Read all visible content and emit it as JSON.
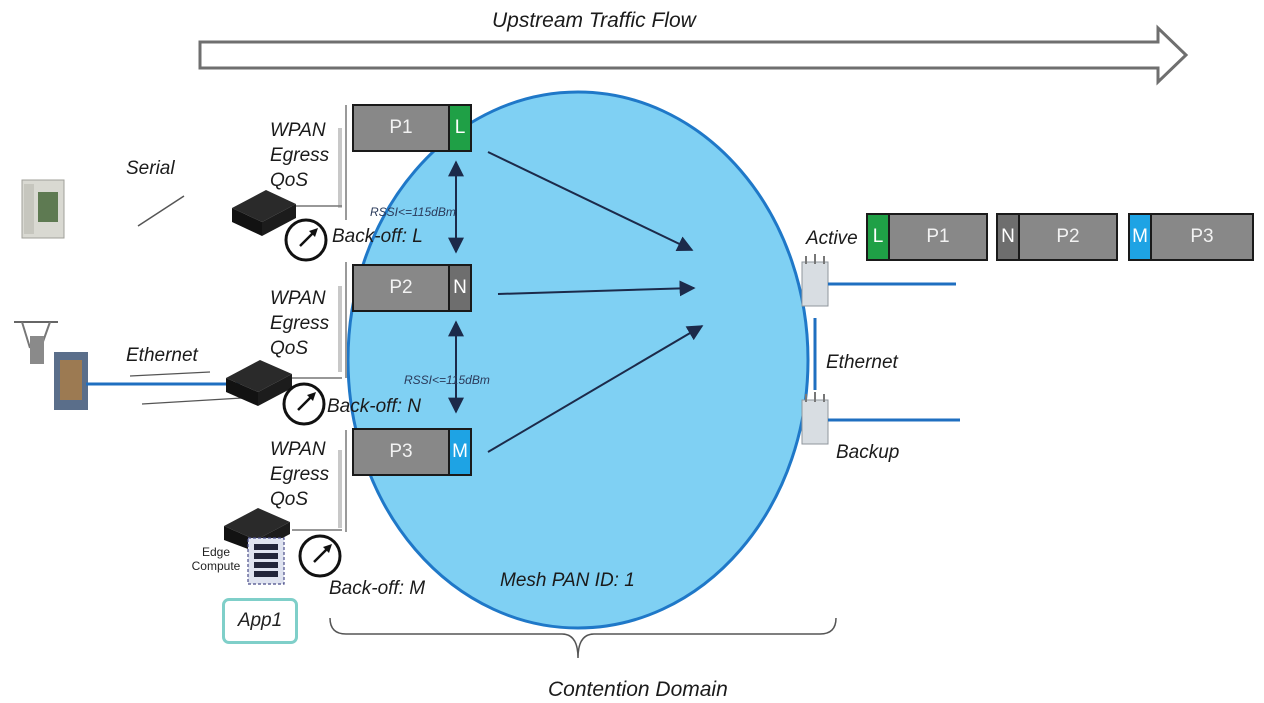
{
  "title": "Upstream Traffic Flow",
  "mesh_label": "Mesh PAN ID: 1",
  "contention_label": "Contention Domain",
  "rssi_labels": [
    "RSSI<=115dBm",
    "RSSI<=115dBm"
  ],
  "links": {
    "serial": "Serial",
    "ethernet_left": "Ethernet",
    "ethernet_right": "Ethernet"
  },
  "qos_label": [
    "WPAN",
    "Egress",
    "QoS"
  ],
  "backoffs": [
    "Back-off: L",
    "Back-off: N",
    "Back-off: M"
  ],
  "edge_compute": [
    "Edge",
    "Compute"
  ],
  "app_label": "App1",
  "router_labels": {
    "active": "Active",
    "backup": "Backup"
  },
  "packets": [
    {
      "name": "P1",
      "tag": "L",
      "tag_color": "#1fa046"
    },
    {
      "name": "P2",
      "tag": "N",
      "tag_color": "#6e6e6e"
    },
    {
      "name": "P3",
      "tag": "M",
      "tag_color": "#1ea3e4"
    }
  ],
  "output_queue": [
    {
      "name": "P1",
      "tag": "L",
      "tag_color": "#1fa046"
    },
    {
      "name": "P2",
      "tag": "N",
      "tag_color": "#6e6e6e"
    },
    {
      "name": "P3",
      "tag": "M",
      "tag_color": "#1ea3e4"
    }
  ],
  "colors": {
    "mesh_fill": "#7fd0f3",
    "mesh_stroke": "#1f78c8",
    "link_blue": "#1f6fc0",
    "arrow": "#1c2a4a",
    "packet_body": "#888888"
  }
}
